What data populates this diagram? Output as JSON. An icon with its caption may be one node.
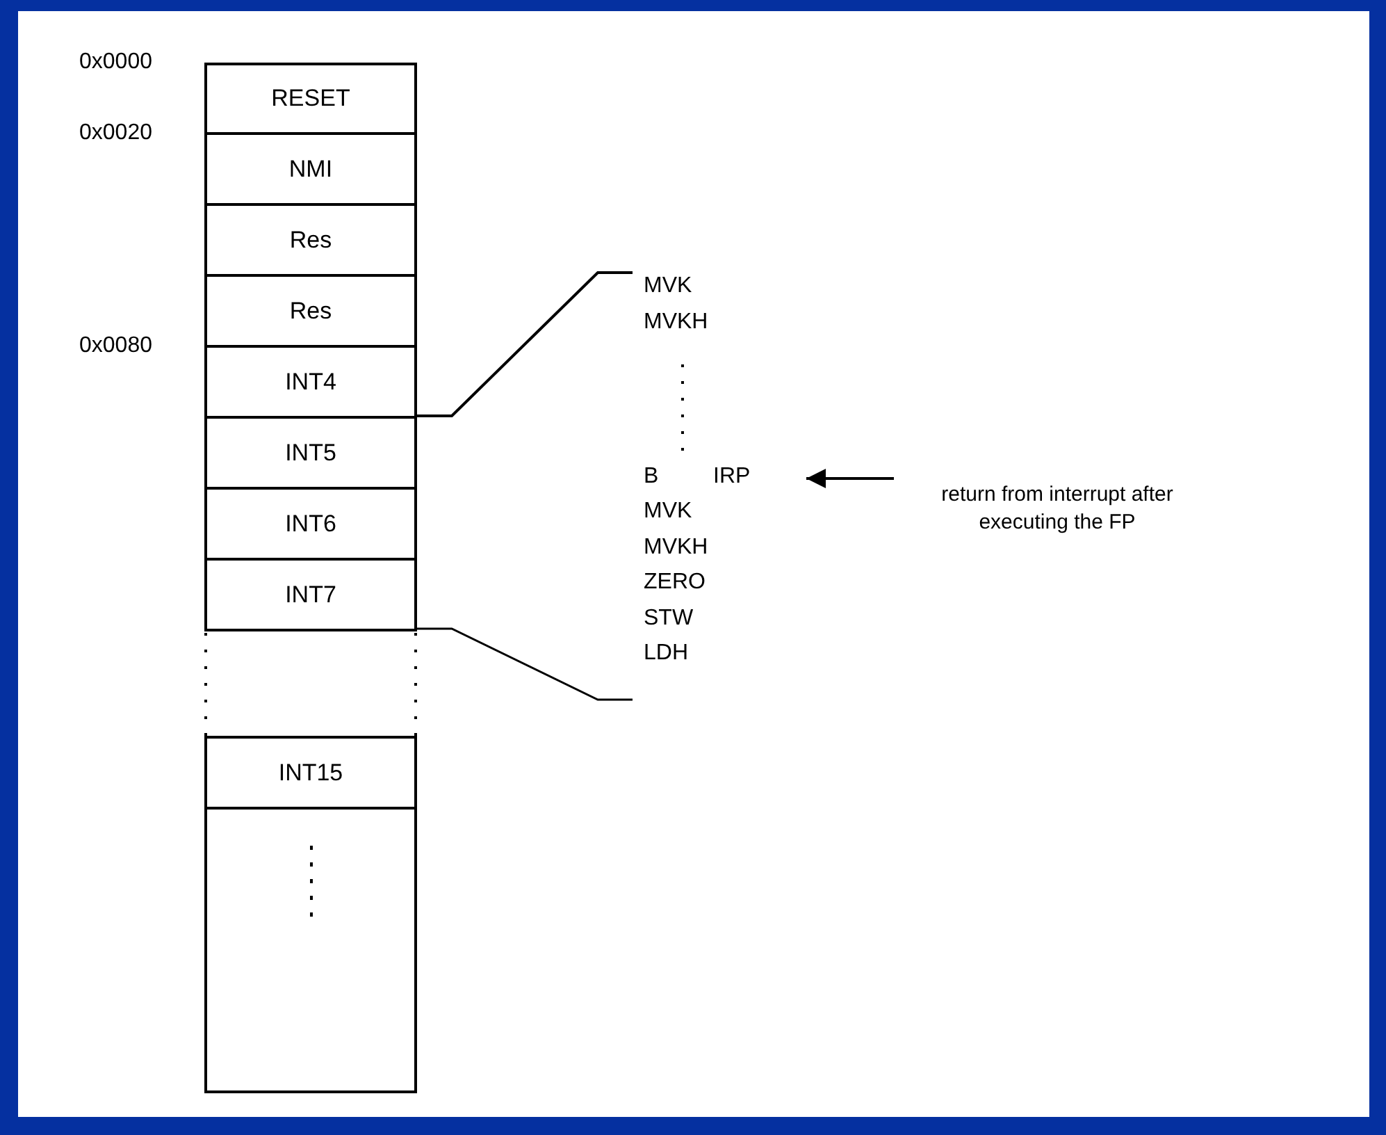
{
  "diagram": {
    "nodes": [
      {
        "text": [
          "RESET"
        ]
      },
      {
        "text": [
          "NMI"
        ]
      },
      {
        "text": [
          "Res"
        ]
      },
      {
        "text": [
          "Res"
        ]
      },
      {
        "text": [
          "INT4"
        ]
      },
      {
        "text": [
          "INT5"
        ]
      },
      {
        "text": [
          "INT6"
        ]
      },
      {
        "text": [
          "INT7"
        ]
      },
      {
        "text": [
          "INT15"
        ]
      },
      {
        "text": [],
        "shape": "box"
      },
      {
        "text": [
          "B",
          "IRP"
        ]
      },
      {
        "text": [
          "return from interrupt after executing the FP"
        ]
      }
    ],
    "edges": [
      {
        "from": 11,
        "to": 10,
        "arrow": "to"
      }
    ],
    "labels": [
      "0x0000",
      "0x0020",
      "0x0080",
      "MVK",
      "MVKH",
      "MVK",
      "MVKH",
      "ZERO",
      "STW",
      "LDH"
    ]
  }
}
